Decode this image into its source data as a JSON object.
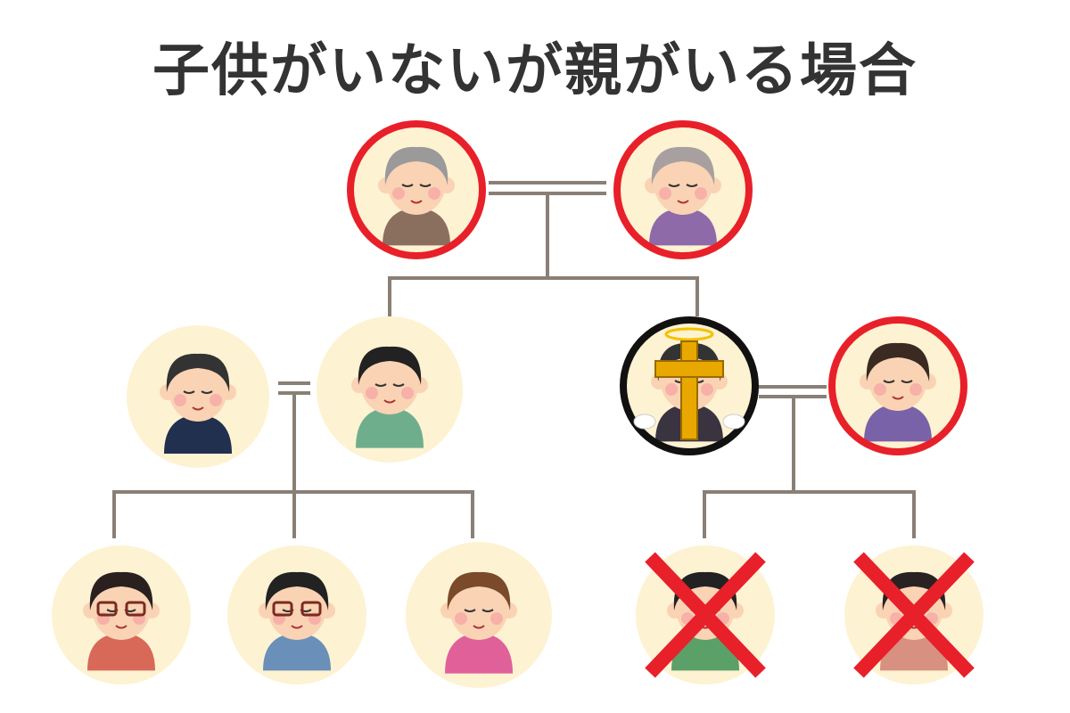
{
  "title": "子供がいないが親がいる場合",
  "colors": {
    "line": "#8a7f76",
    "circle_fill": "#fdf2d2",
    "ring_heir": "#e8202a",
    "ring_deceased": "#111111",
    "cross_out": "#e8202a",
    "skin": "#fad3b4"
  },
  "people": [
    {
      "id": "grandfather",
      "icon": "elderly-man-icon",
      "ring": "heir",
      "hair": "#9a9a9a",
      "shirt": "#8b6f5e"
    },
    {
      "id": "grandmother",
      "icon": "elderly-woman-icon",
      "ring": "heir",
      "hair": "#a8a0a0",
      "shirt": "#8e6aa8"
    },
    {
      "id": "sibling-spouse",
      "icon": "man-in-suit-icon",
      "ring": "none",
      "hair": "#333333",
      "shirt": "#22304f"
    },
    {
      "id": "sibling",
      "icon": "woman-icon",
      "ring": "none",
      "hair": "#222222",
      "shirt": "#6fae8c"
    },
    {
      "id": "deceased",
      "icon": "deceased-person-cross-icon",
      "ring": "deceased",
      "hair": "#333333",
      "shirt": "#3a3340"
    },
    {
      "id": "spouse",
      "icon": "smiling-woman-icon",
      "ring": "heir",
      "hair": "#3a2a22",
      "shirt": "#7a62a8"
    },
    {
      "id": "nephew-niece-1",
      "icon": "woman-with-glasses-icon",
      "ring": "none",
      "hair": "#2a2020",
      "shirt": "#d86858"
    },
    {
      "id": "nephew-niece-2",
      "icon": "man-with-glasses-icon",
      "ring": "none",
      "hair": "#222222",
      "shirt": "#6a8fb8"
    },
    {
      "id": "nephew-niece-3",
      "icon": "curly-hair-woman-icon",
      "ring": "none",
      "hair": "#7a4a2a",
      "shirt": "#e0609a"
    },
    {
      "id": "child-1",
      "icon": "boy-icon",
      "ring": "none",
      "crossed": true,
      "hair": "#222222",
      "shirt": "#5aa068"
    },
    {
      "id": "child-2",
      "icon": "girl-icon",
      "ring": "none",
      "crossed": true,
      "hair": "#2a2222",
      "shirt": "#d89080"
    }
  ]
}
